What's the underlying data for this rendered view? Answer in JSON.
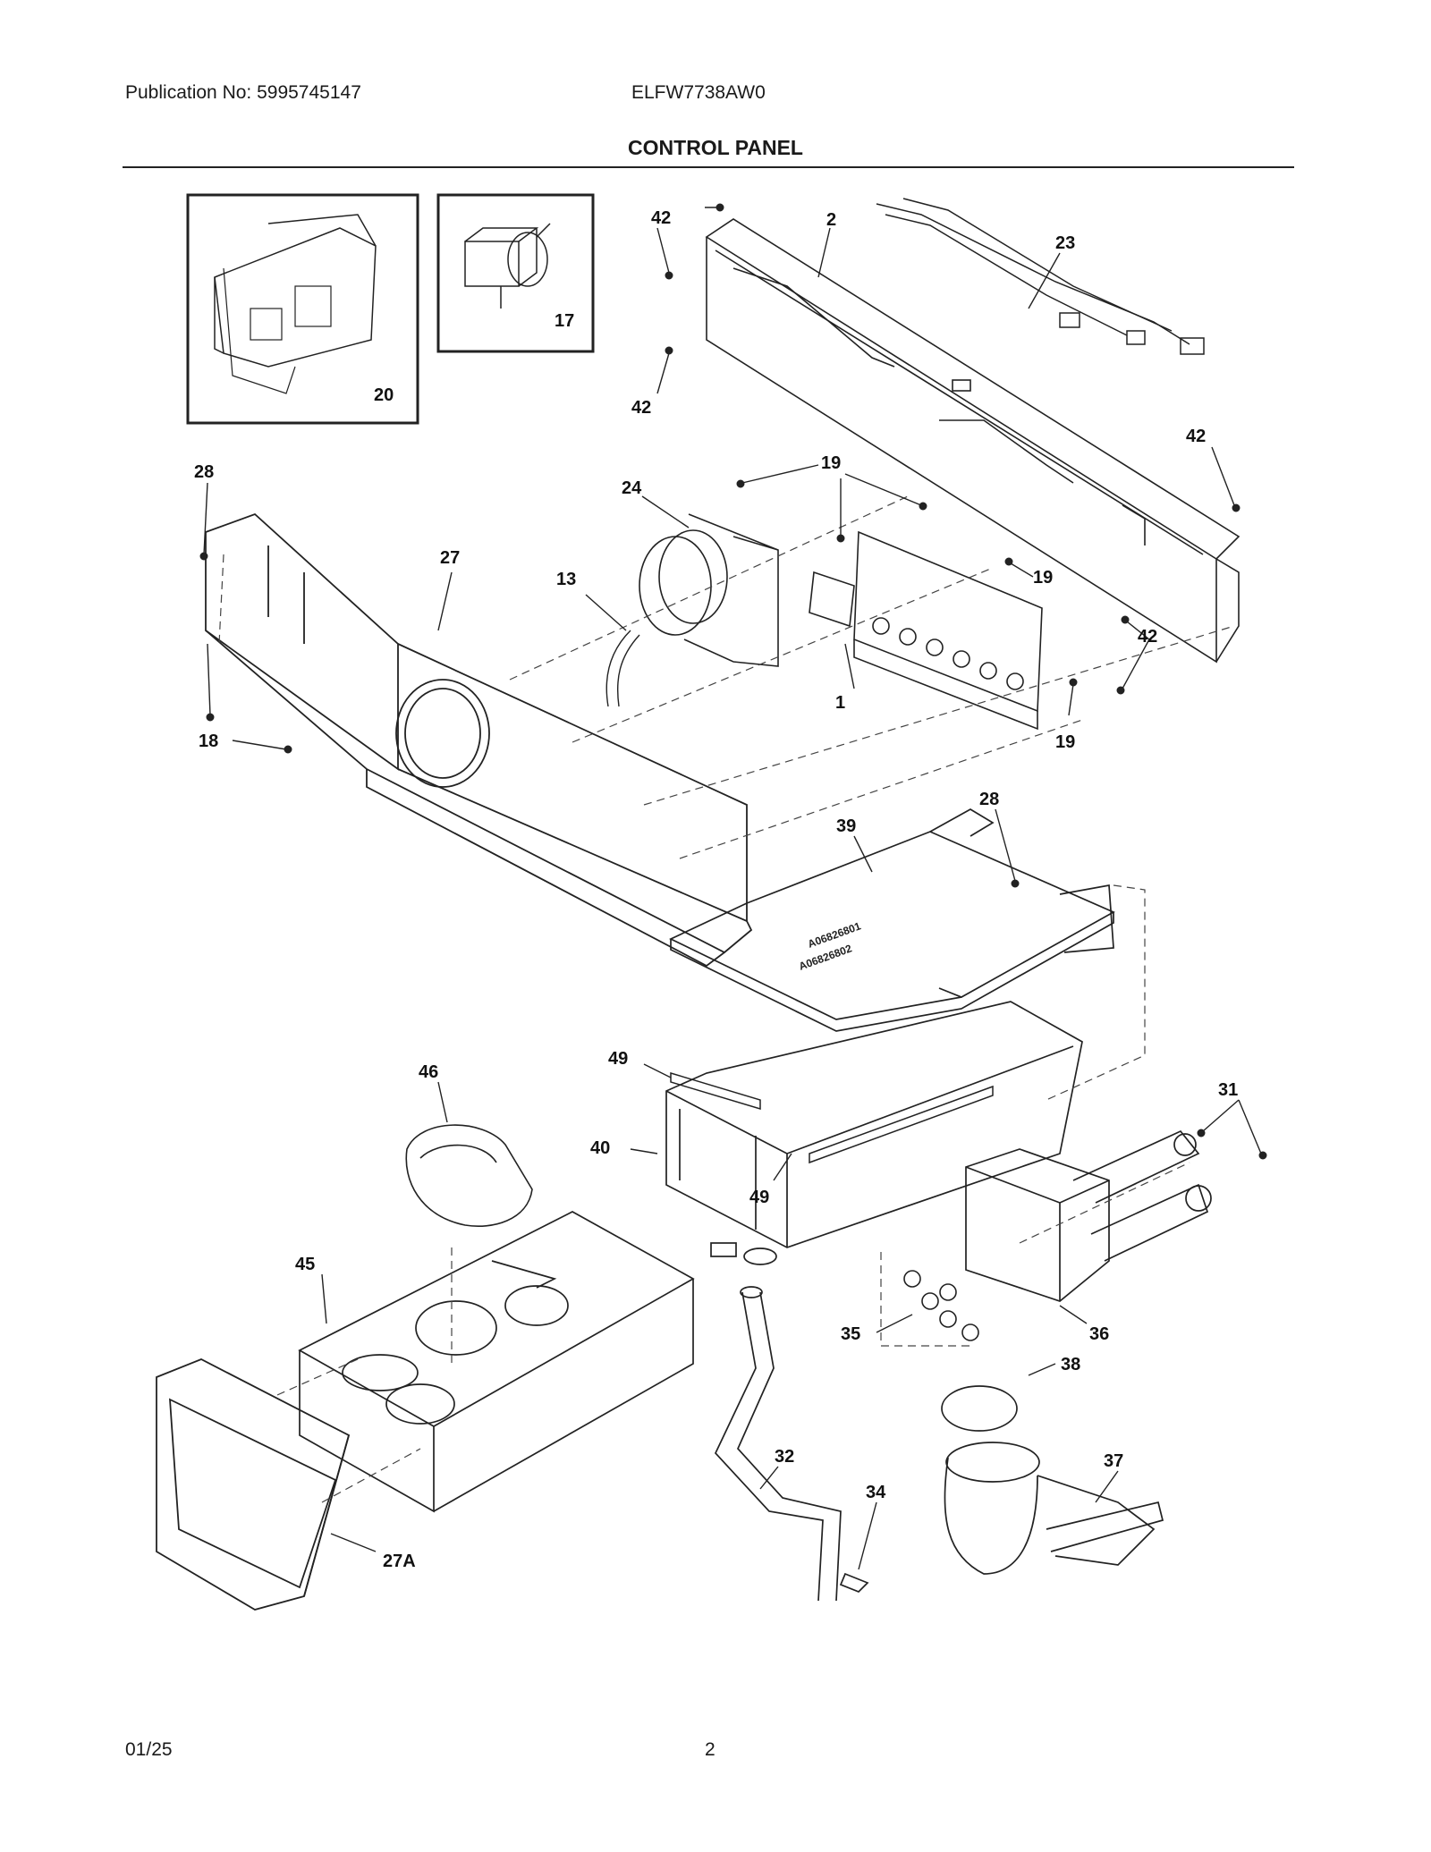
{
  "header": {
    "publication": "Publication No: 5995745147",
    "model": "ELFW7738AW0",
    "title": "CONTROL PANEL"
  },
  "footer": {
    "date": "01/25",
    "page": "2"
  },
  "callouts": {
    "c20": "20",
    "c17": "17",
    "c42a": "42",
    "c2": "2",
    "c23": "23",
    "c42b": "42",
    "c42c": "42",
    "c28a": "28",
    "c19a": "19",
    "c24": "24",
    "c27": "27",
    "c13": "13",
    "c19b": "19",
    "c42d": "42",
    "c18": "18",
    "c1": "1",
    "c19c": "19",
    "c28b": "28",
    "c39": "39",
    "c49a": "49",
    "c46": "46",
    "c40": "40",
    "c31": "31",
    "c49b": "49",
    "c45": "45",
    "c35": "35",
    "c36": "36",
    "c38": "38",
    "c37": "37",
    "c32": "32",
    "c34": "34",
    "c27a": "27A"
  },
  "board_markings": {
    "m1": "A06826801",
    "m2": "A06826802"
  }
}
